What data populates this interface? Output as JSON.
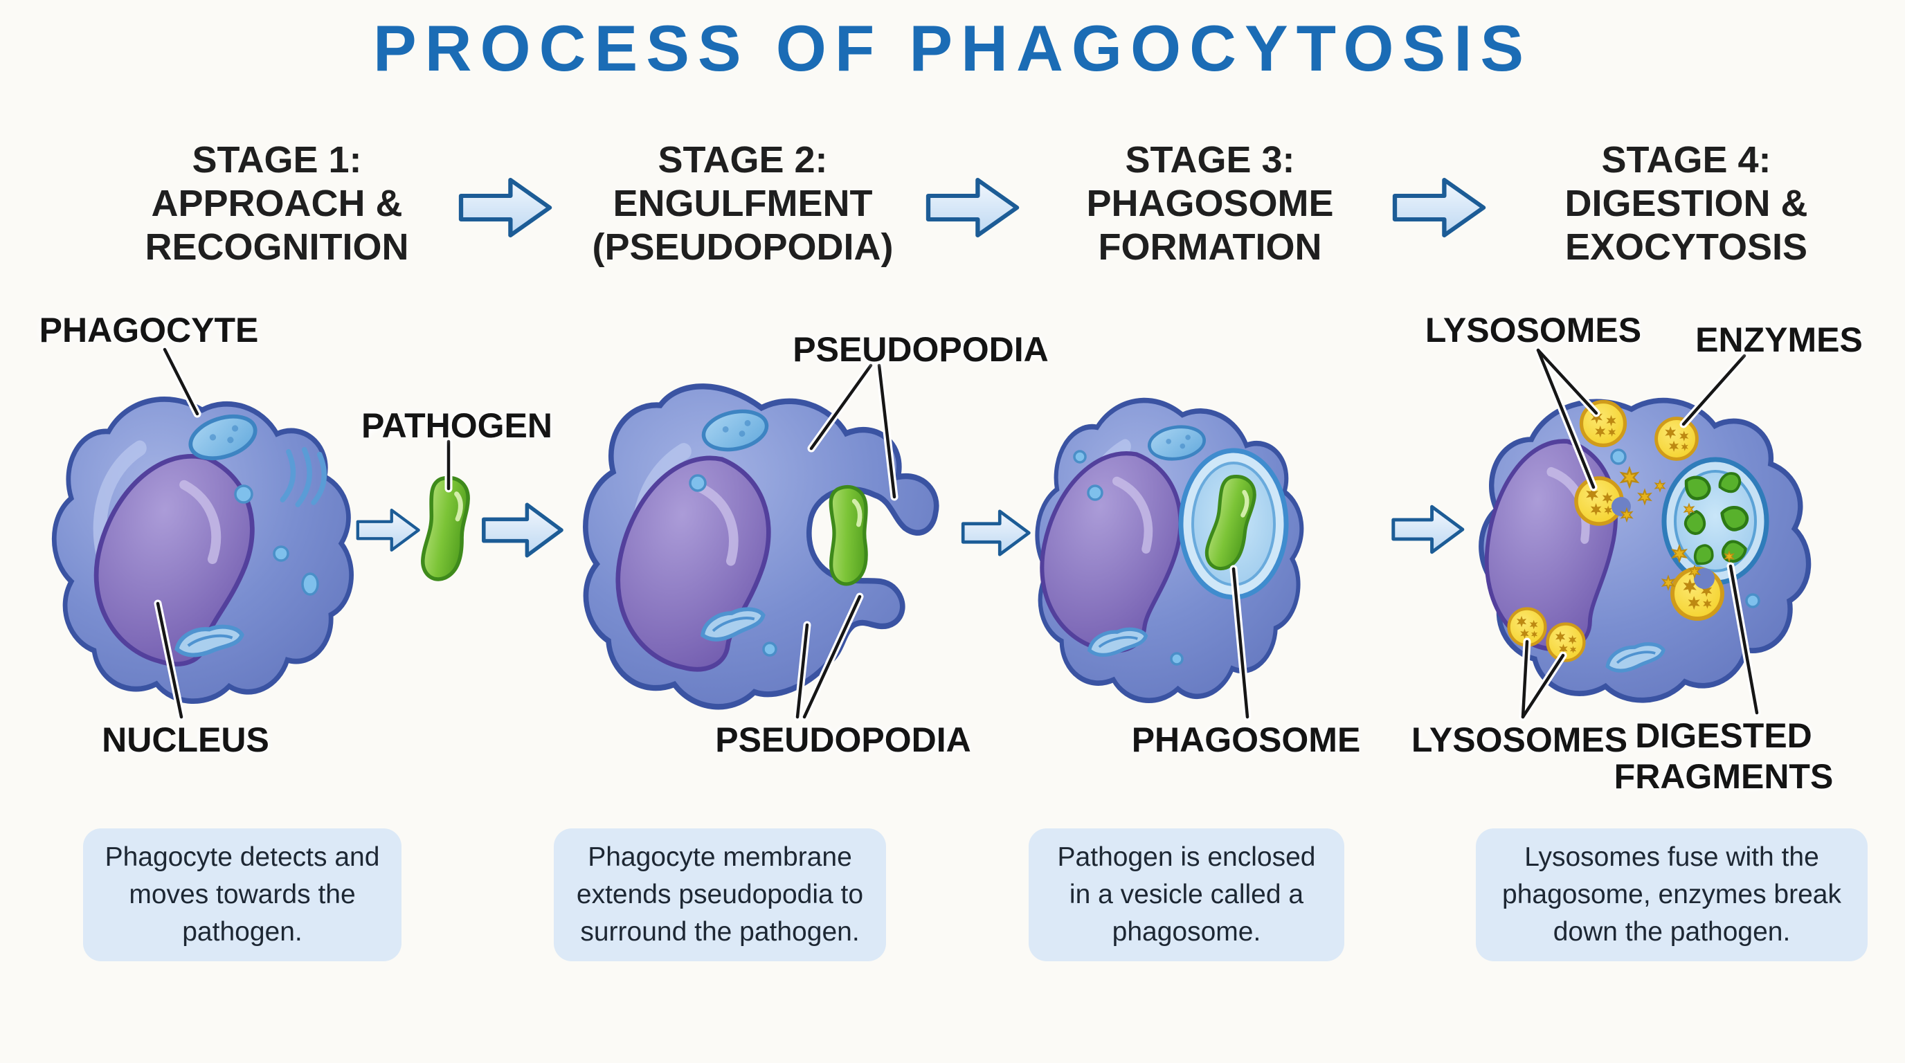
{
  "title": "PROCESS OF PHAGOCYTOSIS",
  "stages": [
    {
      "header": [
        "STAGE 1:",
        "APPROACH &",
        "RECOGNITION"
      ],
      "description": "Phagocyte detects and moves towards the pathogen."
    },
    {
      "header": [
        "STAGE 2:",
        "ENGULFMENT",
        "(PSEUDOPODIA)"
      ],
      "description": "Phagocyte membrane extends pseudopodia to surround the pathogen."
    },
    {
      "header": [
        "STAGE 3:",
        "PHAGOSOME",
        "FORMATION"
      ],
      "description": "Pathogen is enclosed in a vesicle called a phagosome."
    },
    {
      "header": [
        "STAGE 4:",
        "DIGESTION &",
        "EXOCYTOSIS"
      ],
      "description": "Lysosomes fuse with the phagosome, enzymes break down the pathogen."
    }
  ],
  "annotations": {
    "phagocyte": "PHAGOCYTE",
    "pathogen": "PATHOGEN",
    "nucleus": "NUCLEUS",
    "pseudopodia_top": "PSEUDOPODIA",
    "pseudopodia_bottom": "PSEUDOPODIA",
    "phagosome": "PHAGOSOME",
    "lysosomes_top": "LYSOSOMES",
    "enzymes": "ENZYMES",
    "lysosomes_bottom": "LYSOSOMES",
    "digested_fragments": "DIGESTED FRAGMENTS"
  },
  "colors": {
    "title": "#1b6cb5",
    "arrow_fill": "#cfe2f7",
    "arrow_stroke": "#1c5c96",
    "cell_fill": "#6d82c8",
    "cell_stroke": "#3a53a2",
    "nucleus_fill": "#7a68b4",
    "pathogen_fill": "#77c23d",
    "lysosome_fill": "#f7d73a",
    "phagosome_ring": "#3c88cc",
    "description_box_bg": "#dce9f7",
    "label_text": "#141414"
  }
}
